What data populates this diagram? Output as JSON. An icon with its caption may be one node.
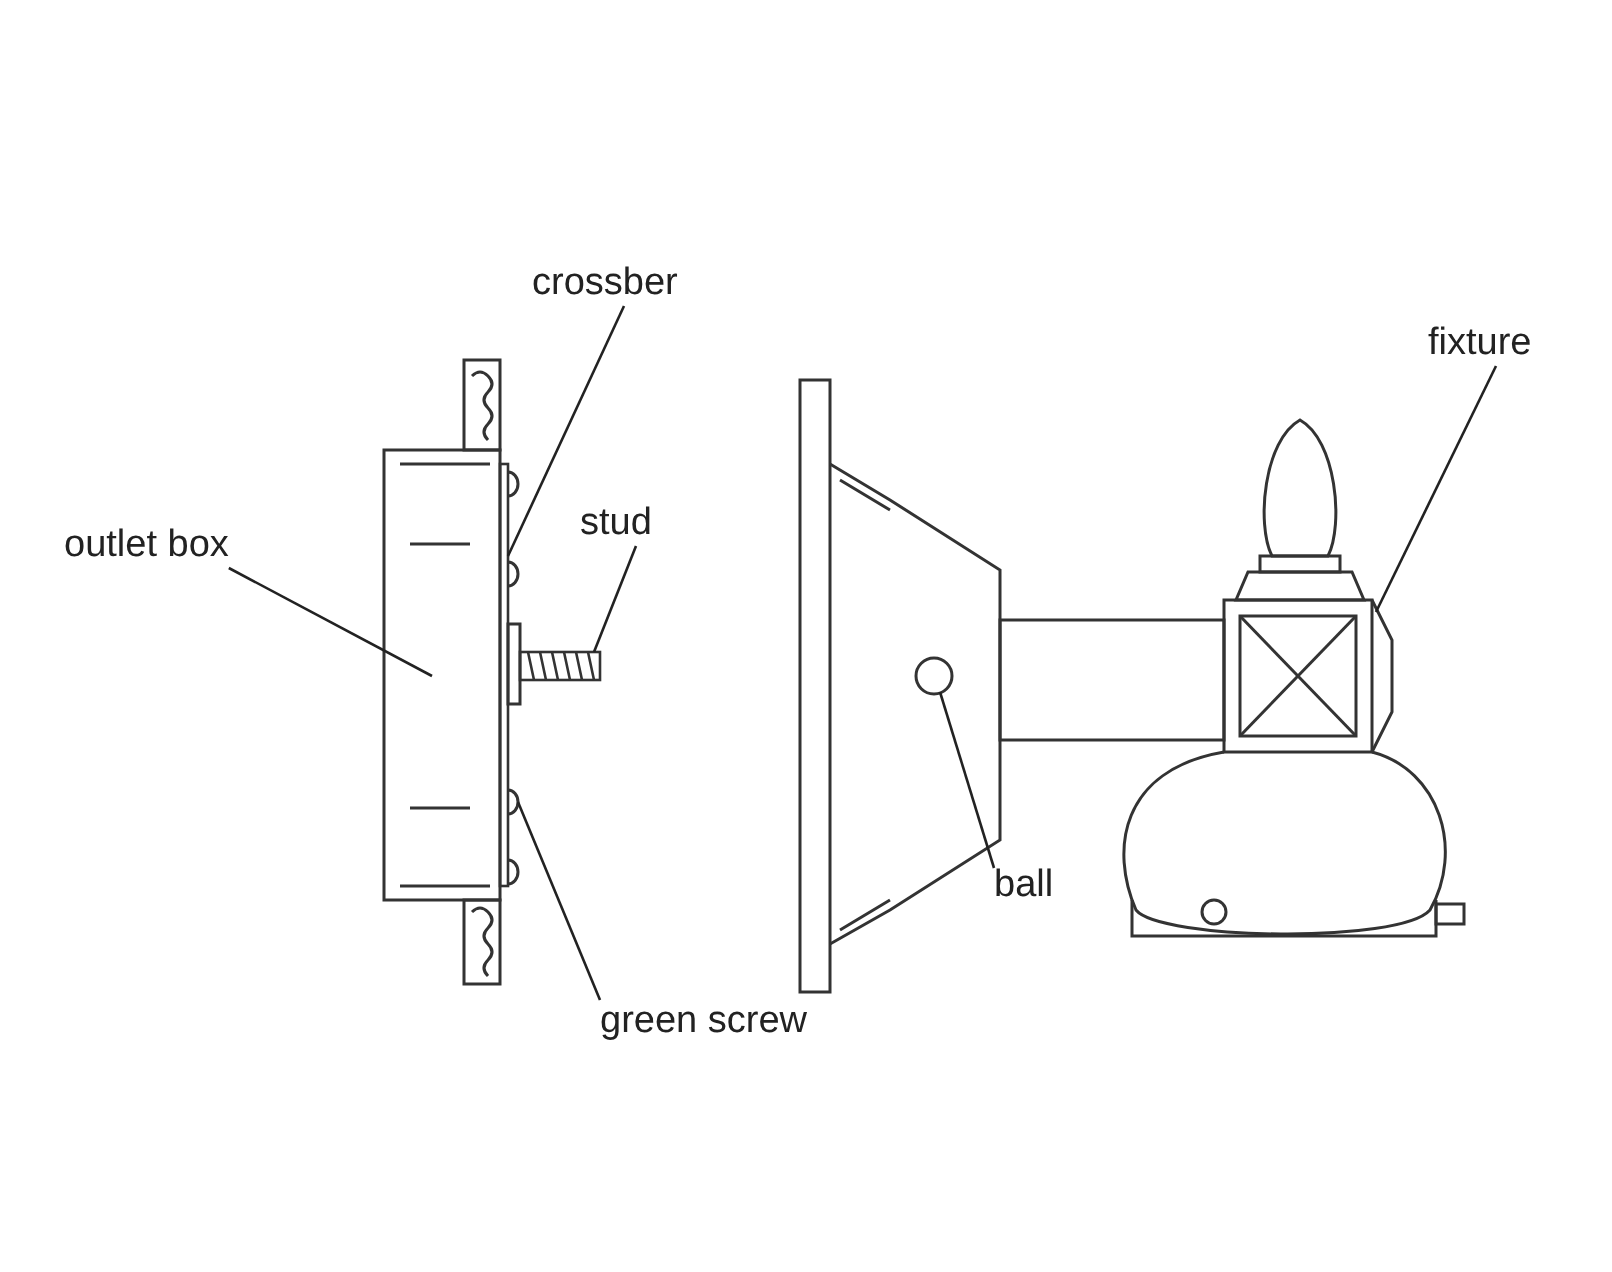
{
  "diagram": {
    "nodes": [
      {
        "text": [
          "crossber"
        ]
      },
      {
        "text": [
          "outlet box"
        ]
      },
      {
        "text": [
          "stud"
        ]
      },
      {
        "text": [
          "fixture"
        ]
      },
      {
        "text": [
          "ball"
        ]
      },
      {
        "text": [
          "green screw"
        ]
      },
      {
        "text": [],
        "shape": "box"
      },
      {
        "text": [],
        "shape": "bar"
      },
      {
        "text": [],
        "shape": "bar"
      },
      {
        "text": [],
        "shape": "picture"
      },
      {
        "text": [],
        "shape": "circle"
      },
      {
        "text": [],
        "shape": "circle"
      }
    ],
    "edges": [
      {
        "from": 0,
        "to": 7,
        "arrow": "none"
      },
      {
        "from": 1,
        "to": 6,
        "arrow": "none"
      },
      {
        "from": 2,
        "to": 8,
        "arrow": "none"
      },
      {
        "from": 3,
        "to": 9,
        "arrow": "none"
      },
      {
        "from": 4,
        "to": 10,
        "arrow": "none"
      },
      {
        "from": 5,
        "to": 11,
        "arrow": "none"
      }
    ]
  }
}
